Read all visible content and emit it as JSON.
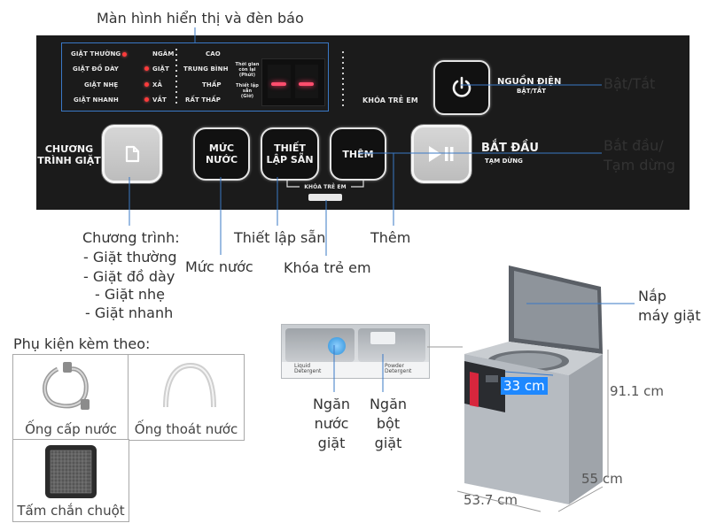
{
  "callouts": {
    "display": "Màn hình hiển thị và đèn báo",
    "power": "Bật/Tắt",
    "start_1": "Bắt đầu/",
    "start_2": "Tạm dừng",
    "program_title": "Chương trình:",
    "program_items": [
      "- Giặt thường",
      "- Giặt đồ dày",
      "- Giặt nhẹ",
      "- Giặt nhanh"
    ],
    "water_level": "Mức nước",
    "preset": "Thiết lập sẵn",
    "child_lock": "Khóa trẻ em",
    "extra": "Thêm",
    "lid_1": "Nắp",
    "lid_2": "máy giặt",
    "liquid_1": "Ngăn",
    "liquid_2": "nước",
    "liquid_3": "giặt",
    "powder_1": "Ngăn",
    "powder_2": "bột",
    "powder_3": "giặt"
  },
  "panel": {
    "programs": [
      "GIẶT THƯỜNG",
      "GIẶT ĐỒ DÀY",
      "GIẶT NHẸ",
      "GIẶT NHANH"
    ],
    "stages": [
      "NGÂM",
      "GIẶT",
      "XẢ",
      "VẮT"
    ],
    "levels": [
      "CAO",
      "TRUNG BÌNH",
      "THẤP",
      "RẤT THẤP"
    ],
    "time_remaining": "Thời gian còn lại (Phút)",
    "preset_time": "Thiết lập sẵn (Giờ)",
    "child_lock_small": "KHÓA TRẺ EM",
    "child_lock_bar": "KHÓA TRẺ EM",
    "program_btn_1": "CHƯƠNG",
    "program_btn_2": "TRÌNH GIẶT",
    "water_btn_1": "MỨC",
    "water_btn_2": "NƯỚC",
    "preset_btn_1": "THIẾT",
    "preset_btn_2": "LẬP SẴN",
    "extra_btn": "THÊM",
    "start_btn_1": "BẮT ĐẦU",
    "start_btn_2": "TẠM DỪNG",
    "power_btn_1": "NGUỒN ĐIỆN",
    "power_btn_2": "BẬT/TẮT"
  },
  "accessories": {
    "title": "Phụ kiện kèm theo:",
    "items": [
      "Ống cấp nước",
      "Ống thoát nước",
      "Tấm chắn chuột"
    ]
  },
  "drawer": {
    "liquid": "Liquid Detergent",
    "powder": "Powder Detergent"
  },
  "dimensions": {
    "drum": "33 cm",
    "height": "91.1 cm",
    "depth": "55 cm",
    "width": "53.7 cm"
  },
  "colors": {
    "panel_bg": "#1b1b1b",
    "display_led": "#ff4d6d",
    "indicator_dot": "#ff3b3b",
    "leader_line": "#3a78c6",
    "drum_label_bg": "#1e88ff",
    "machine_body": "#b9bec4"
  },
  "icons": [
    "power-icon",
    "play-pause-icon",
    "program-document-icon"
  ]
}
